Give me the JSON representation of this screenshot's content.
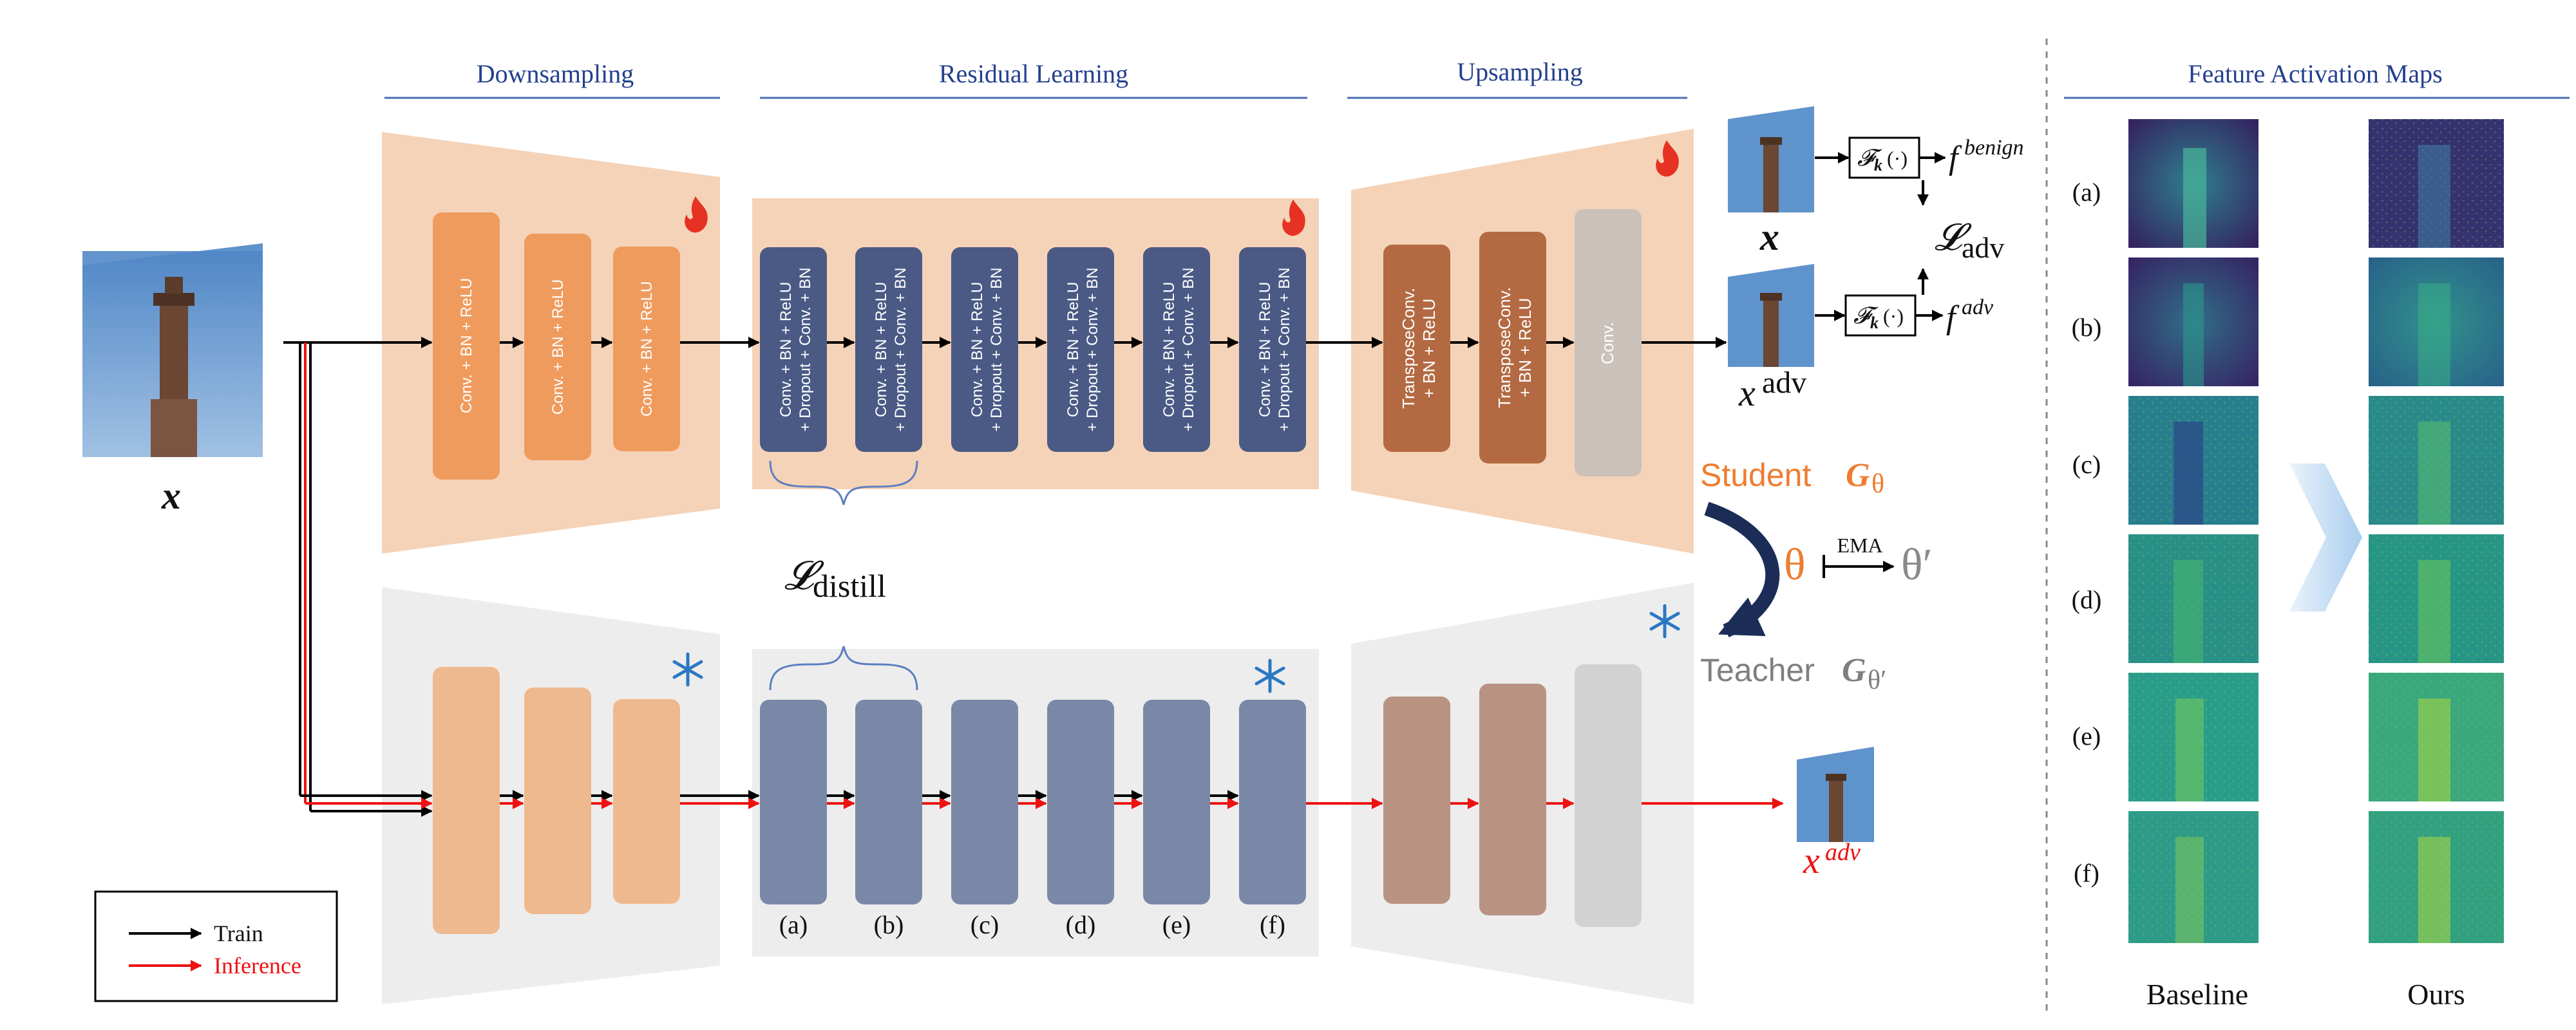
{
  "sections": {
    "downsampling": "Downsampling",
    "residual": "Residual Learning",
    "upsampling": "Upsampling",
    "activation_maps": "Feature Activation Maps"
  },
  "blocks": {
    "down": [
      "Conv. + BN + ReLU",
      "Conv. + BN + ReLU",
      "Conv. + BN + ReLU"
    ],
    "res_line1": "Conv. + BN + ReLU",
    "res_line2": "+ Dropout + Conv. + BN",
    "up1_line1": "TransposeConv.",
    "up1_line2": "+ BN + ReLU",
    "up2_line1": "TransposeConv.",
    "up2_line2": "+ BN + ReLU",
    "up3": "Conv."
  },
  "labels": {
    "x": "x",
    "x_adv_top": "x",
    "x_adv_sup": "adv",
    "x_adv_out": "x",
    "x_adv_out_sup": "adv",
    "f_op": "𝓕",
    "f_op_sub": "k",
    "f_op_arg": "(·)",
    "f": "f",
    "benign": "benign",
    "adv": "adv",
    "loss_adv": "𝓛",
    "loss_adv_sub": "adv",
    "loss_distill": "𝓛",
    "loss_distill_sub": "distill",
    "student": "Student",
    "teacher": "Teacher",
    "G": "G",
    "theta": "θ",
    "theta_prime": "θ′",
    "ema": "EMA"
  },
  "residual_letters": [
    "(a)",
    "(b)",
    "(c)",
    "(d)",
    "(e)",
    "(f)"
  ],
  "activation_rows": [
    "(a)",
    "(b)",
    "(c)",
    "(d)",
    "(e)",
    "(f)"
  ],
  "captions": {
    "baseline": "Baseline",
    "ours": "Ours"
  },
  "legend": {
    "train": "Train",
    "inference": "Inference"
  },
  "colors": {
    "down_block": "#ef9b5e",
    "res_block": "#4a5a85",
    "up_block": "#b36a42",
    "up_conv": "#c9c1ba",
    "student": "#ee7d31",
    "teacher": "#7f7f7f",
    "train": "#000000",
    "inference": "#ee1111",
    "title": "#24408e"
  }
}
